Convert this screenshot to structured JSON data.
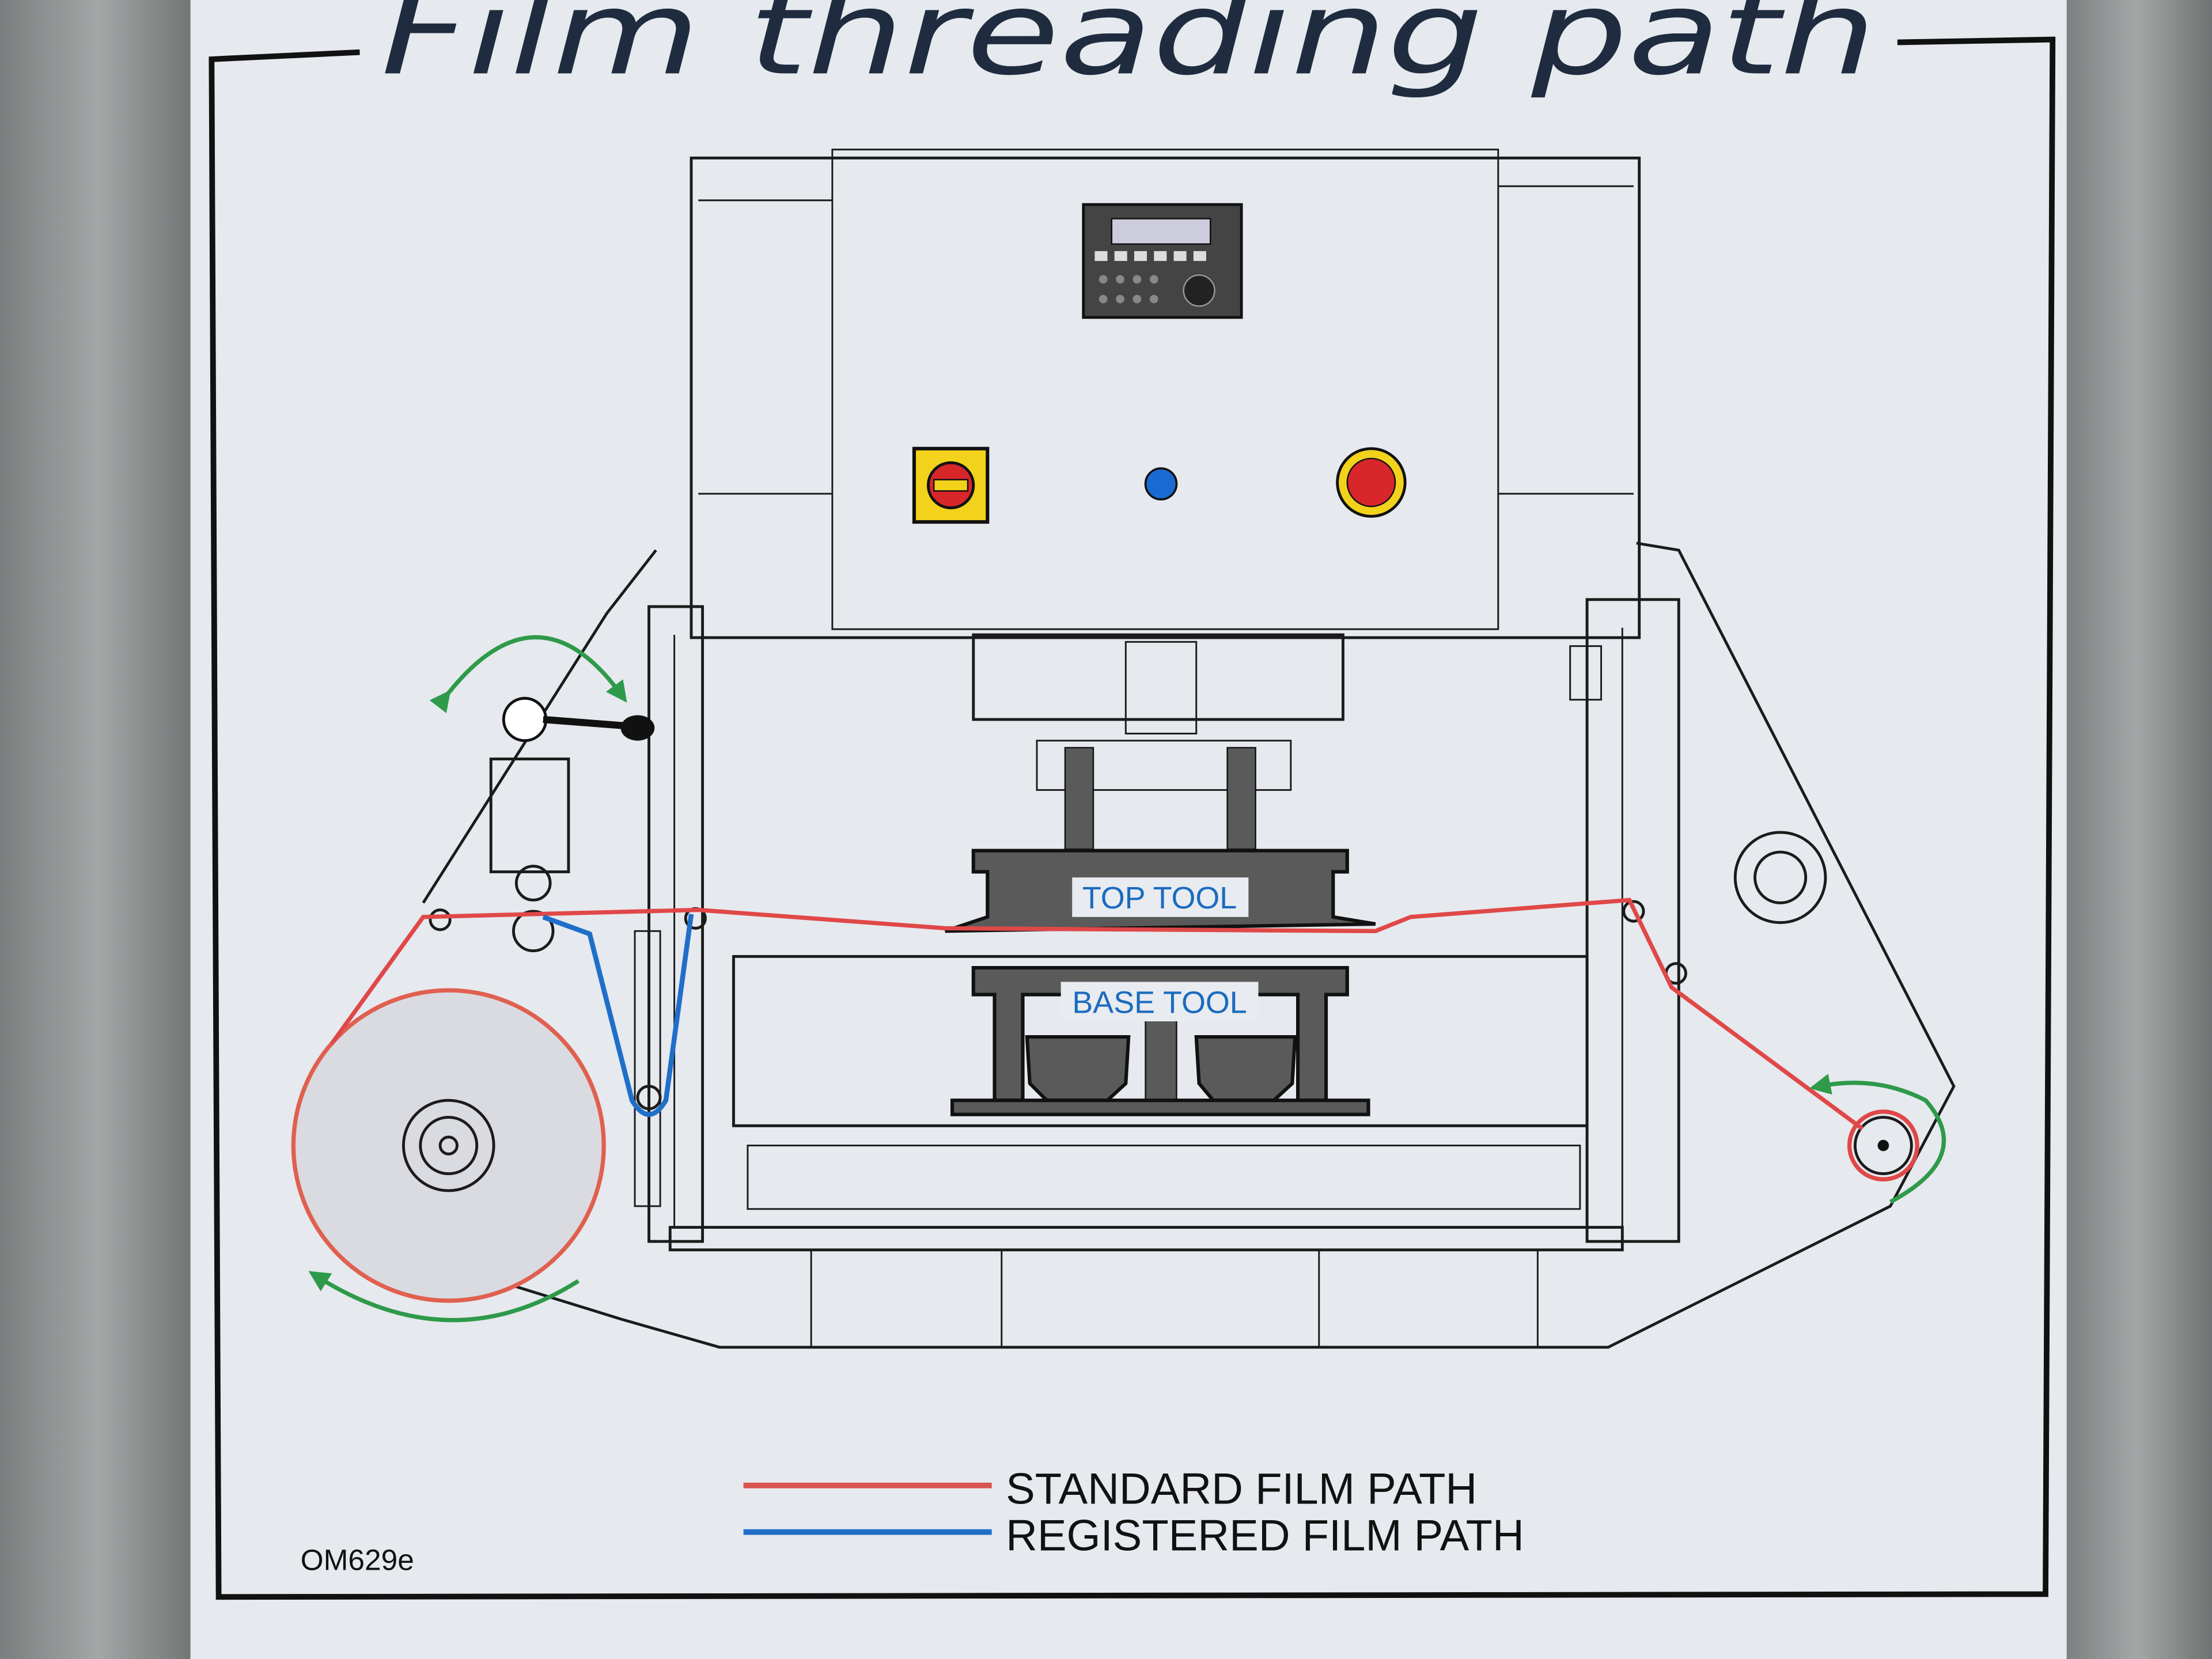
{
  "sign": {
    "title": "Film threading path",
    "code": "OM629e"
  },
  "labels": {
    "top_tool": "TOP TOOL",
    "base_tool": "BASE TOOL"
  },
  "legend": [
    {
      "label": "STANDARD FILM PATH",
      "color": "#d9534f"
    },
    {
      "label": "REGISTERED FILM PATH",
      "color": "#1f6fc9"
    }
  ],
  "colors": {
    "rotation_arrows": "#2e9a4a",
    "title": "#1f2c3f",
    "isolator_yellow": "#f2d21b",
    "estop_red": "#d8262a",
    "indicator_blue": "#1a6bd1"
  }
}
